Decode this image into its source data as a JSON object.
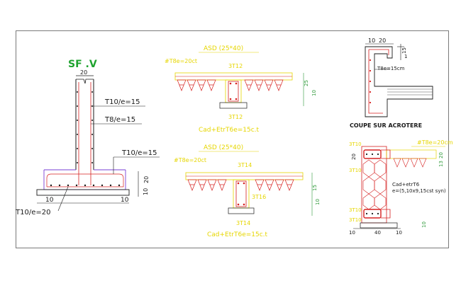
{
  "footing": {
    "title": "SF .V",
    "dim_top": "20",
    "label_bar1": "T10/e=15",
    "label_bar2": "T8/e=15",
    "label_bar3": "T10/e=15",
    "dim_right_a": "10",
    "dim_right_b": "20",
    "dim_left": "10",
    "dim_right": "10",
    "label_bottom": "T10/e=20"
  },
  "beam1": {
    "title": "ASD (25*40)",
    "stirrup": "#T8e=20ct",
    "top_bars": "3T12",
    "bottom_bars": "3T12",
    "caption": "Cad+EtrT6e=15c.t",
    "dim_v1": "25",
    "dim_v2": "10"
  },
  "beam2": {
    "title": "ASD (25*40)",
    "stirrup": "#T8e=20ct",
    "top_bars": "3T14",
    "side_bars": "3T16",
    "bottom_bars": "3T14",
    "caption": "Cad+EtrT6e=15c.t",
    "dim_v1": "15",
    "dim_v2": "10"
  },
  "acrotere": {
    "dim_a": "10",
    "dim_b": "20",
    "dim_c": "15",
    "dim_d": "1",
    "label_bar": "T8e=15cm",
    "caption": "COUPE SUR ACROTERE"
  },
  "column": {
    "stirrup": "#T8e=20cm",
    "label_top": "3T10",
    "label_mid": "3T10",
    "label_bottom_a": "3T10",
    "label_bottom_b": "3T10",
    "dim_top_left": "20",
    "dim_right": "20",
    "dim_right_b": "13",
    "note_line1": "Cad+etrT6",
    "note_line2": "e=(5,10x9,15cst syn)",
    "dim_bottom_a": "10",
    "dim_bottom_b": "40",
    "dim_bottom_c": "10",
    "dim_bottom_right": "10"
  },
  "colors": {
    "line": "#1a1a1a",
    "title_green": "#1fa32f",
    "beam_yellow": "#e6d600",
    "steel_red": "#d62020",
    "stirrup_violet": "#7a3fd6",
    "dim_green": "#2f9a3a"
  }
}
